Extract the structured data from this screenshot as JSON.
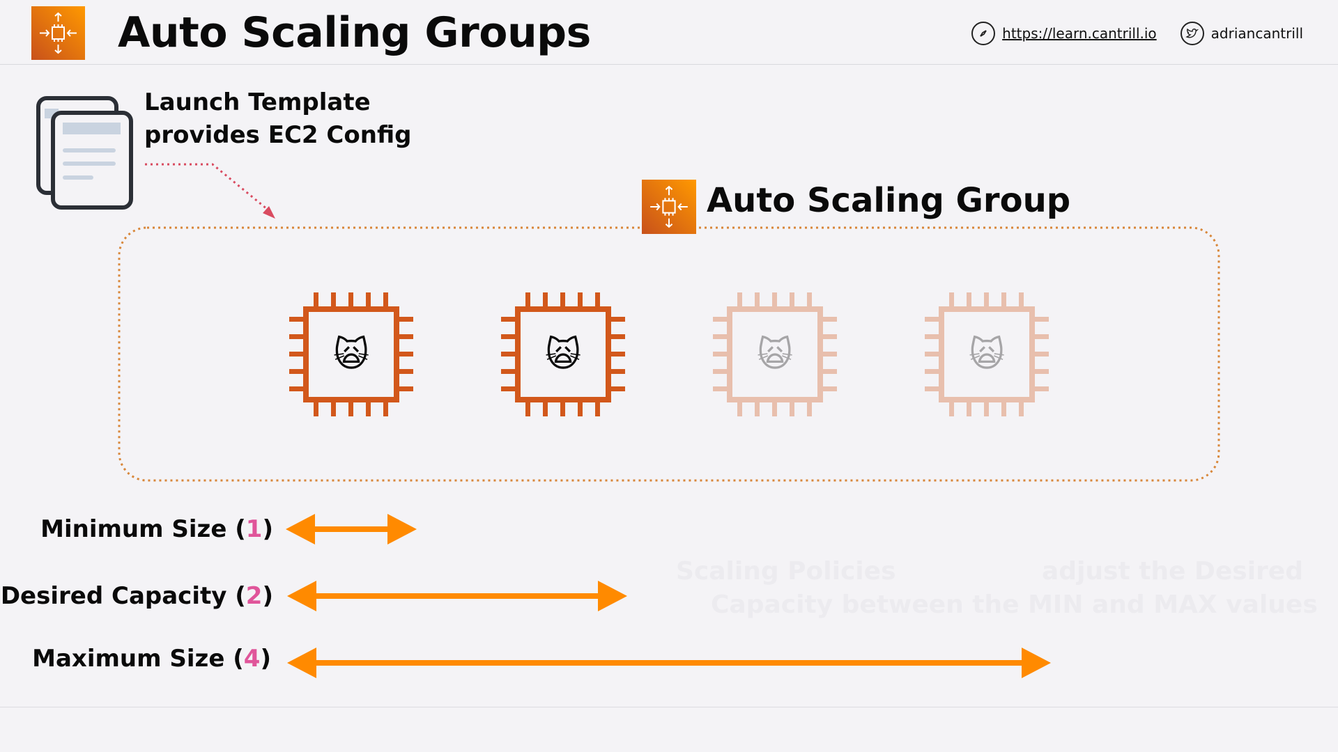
{
  "header": {
    "title": "Auto Scaling Groups",
    "website": "https://learn.cantrill.io",
    "twitter": "adriancantrill",
    "logo_icon": "auto-scaling-icon",
    "website_icon": "compass-icon",
    "twitter_icon": "twitter-icon"
  },
  "launch_template": {
    "icon": "document-stack-icon",
    "line1": "Launch Template",
    "line2": "provides EC2 Config"
  },
  "auto_scaling_group": {
    "label": "Auto Scaling Group",
    "icon": "auto-scaling-icon",
    "instances": [
      {
        "state": "running",
        "emoji": "🙀"
      },
      {
        "state": "running",
        "emoji": "🙀"
      },
      {
        "state": "not-running",
        "emoji": "🙀"
      },
      {
        "state": "not-running",
        "emoji": "🙀"
      }
    ]
  },
  "sizes": [
    {
      "label": "Minimum Size",
      "value": "1"
    },
    {
      "label": "Desired Capacity",
      "value": "2"
    },
    {
      "label": "Maximum Size",
      "value": "4"
    }
  ],
  "faint_text": {
    "line1a": "Scaling Policies",
    "line1b": "adjust the Desired",
    "line2": "Capacity between the MIN and MAX values"
  },
  "colors": {
    "accent_orange": "#ff8a00",
    "ec2_orange": "#d2581b",
    "pink": "#e0559a",
    "dotted_orange": "#d8873a",
    "dotted_red": "#d94b60"
  }
}
